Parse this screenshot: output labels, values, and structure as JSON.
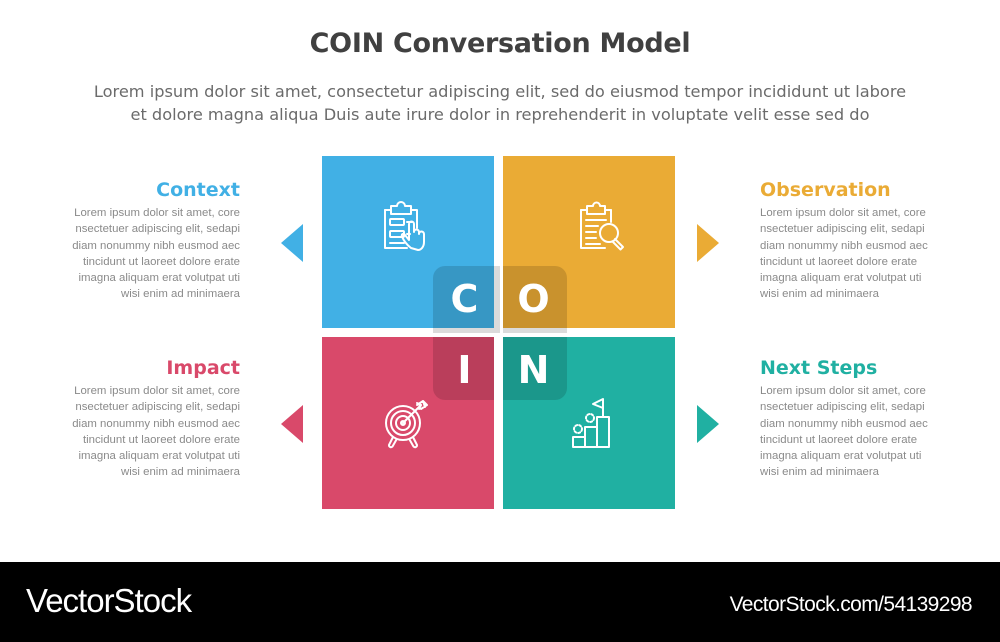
{
  "header": {
    "title": "COIN Conversation Model",
    "subtitle_lines": [
      "Lorem ipsum dolor sit amet, consectetur adipiscing elit, sed do eiusmod tempor incididunt ut labore",
      "et dolore magna aliqua Duis aute irure dolor in reprehenderit in voluptate velit esse sed do"
    ]
  },
  "colors": {
    "context": "#41b0e5",
    "observation": "#eaab35",
    "impact": "#d9496a",
    "next_steps": "#20b0a2",
    "title_text": "#404040",
    "body_text": "#8a8a8a"
  },
  "sections": {
    "context": {
      "heading": "Context",
      "letter": "C",
      "icon": "clipboard-touch-icon",
      "body_lines": [
        "Lorem ipsum dolor sit amet, core",
        "nsectetuer adipiscing elit, sedapi",
        "diam nonummy nibh eusmod aec",
        "tincidunt ut laoreet dolore erate",
        "imagna aliquam erat volutpat  uti",
        "wisi enim ad minimaera"
      ]
    },
    "observation": {
      "heading": "Observation",
      "letter": "O",
      "icon": "clipboard-search-icon",
      "body_lines": [
        "Lorem ipsum dolor sit amet, core",
        "nsectetuer adipiscing elit, sedapi",
        "diam nonummy nibh eusmod aec",
        "tincidunt ut laoreet dolore erate",
        "imagna aliquam erat volutpat  uti",
        "wisi enim ad minimaera"
      ]
    },
    "impact": {
      "heading": "Impact",
      "letter": "I",
      "icon": "target-arrow-icon",
      "body_lines": [
        "Lorem ipsum dolor sit amet, core",
        "nsectetuer adipiscing elit, sedapi",
        "diam nonummy nibh eusmod aec",
        "tincidunt ut laoreet dolore erate",
        "imagna aliquam erat volutpat  uti",
        "wisi enim ad minimaera"
      ]
    },
    "next_steps": {
      "heading": "Next Steps",
      "letter": "N",
      "icon": "steps-flag-icon",
      "body_lines": [
        "Lorem ipsum dolor sit amet, core",
        "nsectetuer adipiscing elit, sedapi",
        "diam nonummy nibh eusmod aec",
        "tincidunt ut laoreet dolore erate",
        "imagna aliquam erat volutpat  uti",
        "wisi enim ad minimaera"
      ]
    }
  },
  "footer": {
    "logo": "VectorStock",
    "url": "VectorStock.com/54139298"
  }
}
